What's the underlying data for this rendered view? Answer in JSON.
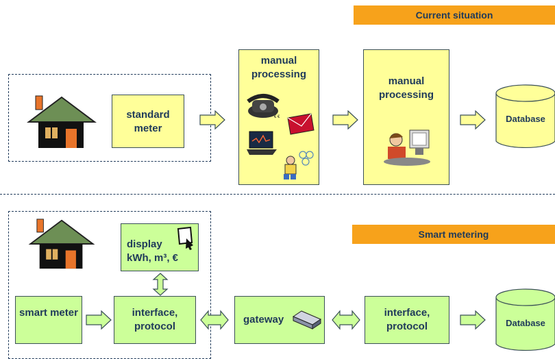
{
  "current": {
    "banner": "Current situation",
    "meter_label": "standard meter",
    "manual1_label": "manual processing",
    "manual2_label": "manual processing",
    "database_label": "Database"
  },
  "smart": {
    "banner": "Smart metering",
    "display_line1": "display",
    "display_line2": "kWh, m³, €",
    "meter_label": "smart meter",
    "interface1_label": "interface, protocol",
    "gateway_label": "gateway",
    "interface2_label": "interface, protocol",
    "database_label": "Database"
  },
  "colors": {
    "banner": "#f7a21b",
    "yellow_box": "#ffff99",
    "green_box": "#ccff99",
    "text": "#1f3a5a"
  }
}
